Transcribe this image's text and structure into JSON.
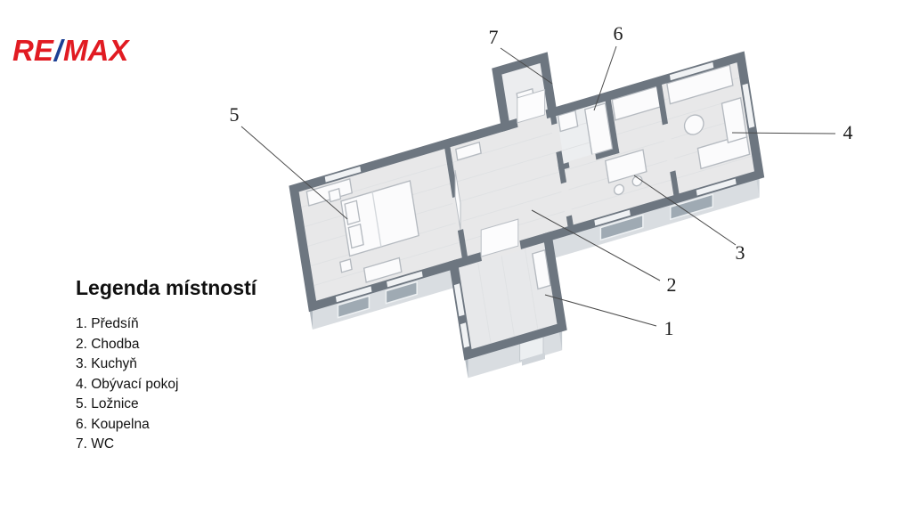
{
  "logo": {
    "re": "RE",
    "slash": "/",
    "max": "MAX",
    "red": "#e11b22",
    "blue": "#1b3f94"
  },
  "legend": {
    "title": "Legenda místností",
    "items": [
      {
        "text": "1. Předsíň"
      },
      {
        "text": "2. Chodba"
      },
      {
        "text": "3. Kuchyň"
      },
      {
        "text": "4. Obývací pokoj"
      },
      {
        "text": "5. Ložnice"
      },
      {
        "text": "6. Koupelna"
      },
      {
        "text": "7. WC"
      }
    ]
  },
  "plan": {
    "type": "3d-floorplan",
    "callouts": [
      "1",
      "2",
      "3",
      "4",
      "5",
      "6",
      "7"
    ],
    "colors": {
      "wall": "#6d7680",
      "floor": "#e8e8e9",
      "facade_light": "#d9dde1",
      "facade_shade": "#b4bbc2",
      "facade_side": "#ccd2d7"
    }
  }
}
